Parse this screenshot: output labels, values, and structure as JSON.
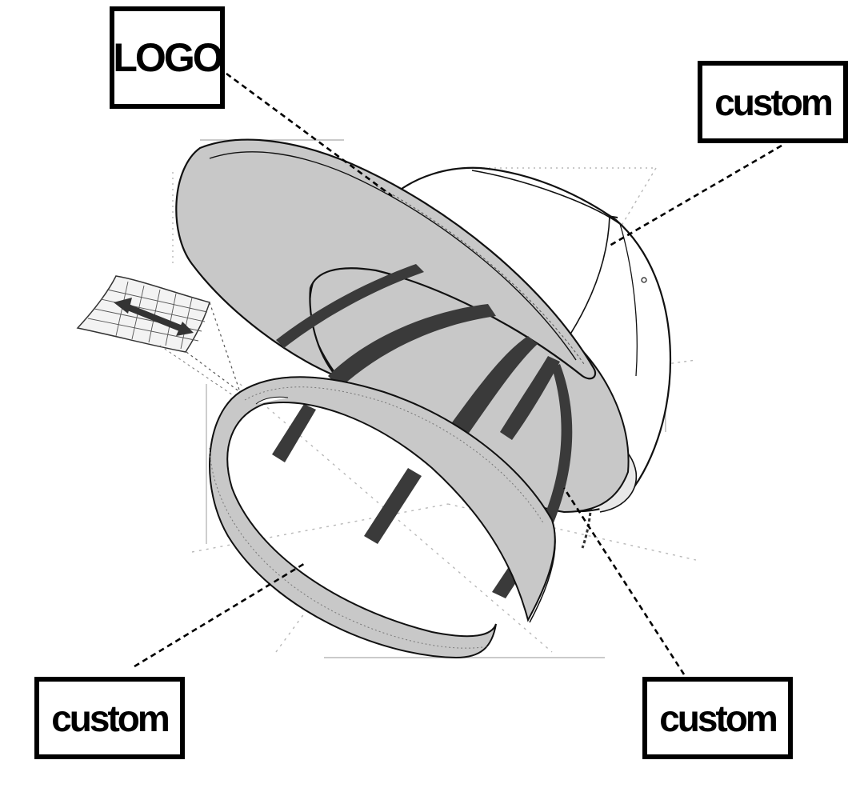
{
  "callouts": {
    "logo": "LOGO",
    "crown": "custom",
    "band": "custom",
    "strap": "custom"
  },
  "colors": {
    "ink": "#000000",
    "fill_gray": "#c8c8c8",
    "strip_dark": "#3a3a3a",
    "guide": "#b8b8b8"
  },
  "icons": [
    "cap-crown-icon",
    "cap-brim-icon",
    "under-brim-icon",
    "sweatband-icon",
    "mesh-fabric-icon",
    "tape-strips-icon"
  ]
}
